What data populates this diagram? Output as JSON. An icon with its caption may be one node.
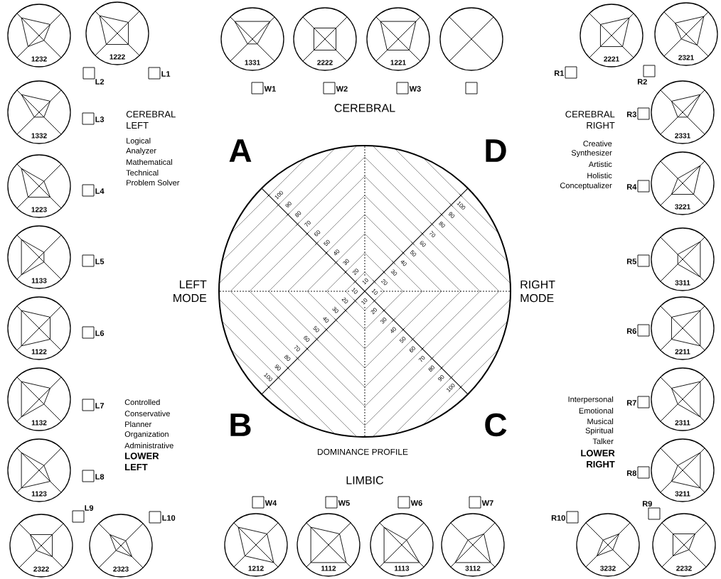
{
  "diagram": {
    "nodes": [
      {
        "text": [
          "1232"
        ]
      },
      {
        "text": [
          "1222"
        ]
      },
      {
        "text": [
          "L2"
        ]
      },
      {
        "text": [
          "L1"
        ]
      },
      {
        "text": [
          "1332"
        ]
      },
      {
        "text": [
          "L3"
        ]
      },
      {
        "text": [
          "1223"
        ]
      },
      {
        "text": [
          "L4"
        ]
      },
      {
        "text": [
          "1133"
        ]
      },
      {
        "text": [
          "L5"
        ]
      },
      {
        "text": [
          "1122"
        ]
      },
      {
        "text": [
          "L6"
        ]
      },
      {
        "text": [
          "1132"
        ]
      },
      {
        "text": [
          "L7"
        ]
      },
      {
        "text": [
          "1123"
        ]
      },
      {
        "text": [
          "L8"
        ]
      },
      {
        "text": [
          "L9"
        ]
      },
      {
        "text": [
          "L10"
        ]
      },
      {
        "text": [
          "2322"
        ]
      },
      {
        "text": [
          "2323"
        ]
      },
      {
        "text": [
          "1331"
        ]
      },
      {
        "text": [
          "2222"
        ]
      },
      {
        "text": [
          "1221"
        ]
      },
      {
        "text": [],
        "shape": "circle"
      },
      {
        "text": [
          "W1"
        ]
      },
      {
        "text": [
          "W2"
        ]
      },
      {
        "text": [
          "W3"
        ]
      },
      {
        "text": [],
        "shape": "box"
      },
      {
        "text": [
          "W4"
        ]
      },
      {
        "text": [
          "W5"
        ]
      },
      {
        "text": [
          "W6"
        ]
      },
      {
        "text": [
          "W7"
        ]
      },
      {
        "text": [
          "1212"
        ]
      },
      {
        "text": [
          "1112"
        ]
      },
      {
        "text": [
          "1113"
        ]
      },
      {
        "text": [
          "3112"
        ]
      },
      {
        "text": [
          "R1"
        ]
      },
      {
        "text": [
          "2221"
        ]
      },
      {
        "text": [
          "R2"
        ]
      },
      {
        "text": [
          "2321"
        ]
      },
      {
        "text": [
          "R3"
        ]
      },
      {
        "text": [
          "2331"
        ]
      },
      {
        "text": [
          "R4"
        ]
      },
      {
        "text": [
          "3221"
        ]
      },
      {
        "text": [
          "R5"
        ]
      },
      {
        "text": [
          "3311"
        ]
      },
      {
        "text": [
          "R6"
        ]
      },
      {
        "text": [
          "2211"
        ]
      },
      {
        "text": [
          "R7"
        ]
      },
      {
        "text": [
          "2311"
        ]
      },
      {
        "text": [
          "R8"
        ]
      },
      {
        "text": [
          "3211"
        ]
      },
      {
        "text": [
          "R10"
        ]
      },
      {
        "text": [
          "R9"
        ]
      },
      {
        "text": [
          "3232"
        ]
      },
      {
        "text": [
          "2232"
        ]
      }
    ],
    "labels": [
      "A",
      "D",
      "B",
      "C",
      "CEREBRAL",
      "CEREBRAL LEFT",
      "Logical",
      "Analyzer",
      "Mathematical",
      "Technical",
      "Problem Solver",
      "CEREBRAL RIGHT",
      "Creative",
      "Synthesizer",
      "Artistic",
      "Holistic",
      "Conceptualizer",
      "LEFT MODE",
      "RIGHT MODE",
      "Controlled",
      "Conservative",
      "Planner",
      "Organization",
      "Administrative",
      "LOWER LEFT",
      "Interpersonal",
      "Emotional",
      "Musical",
      "Spiritual",
      "Talker",
      "LOWER RIGHT",
      "DOMINANCE PROFILE",
      "LIMBIC",
      "10",
      "20",
      "30",
      "40",
      "50",
      "60",
      "70",
      "80",
      "90",
      "100",
      "10",
      "20",
      "30",
      "40",
      "50",
      "60",
      "70",
      "80",
      "90",
      "100",
      "10",
      "20",
      "30",
      "40",
      "50",
      "60",
      "70",
      "80",
      "90",
      "100",
      "10",
      "20",
      "30",
      "40",
      "50",
      "60",
      "70",
      "80",
      "90",
      "100"
    ]
  }
}
